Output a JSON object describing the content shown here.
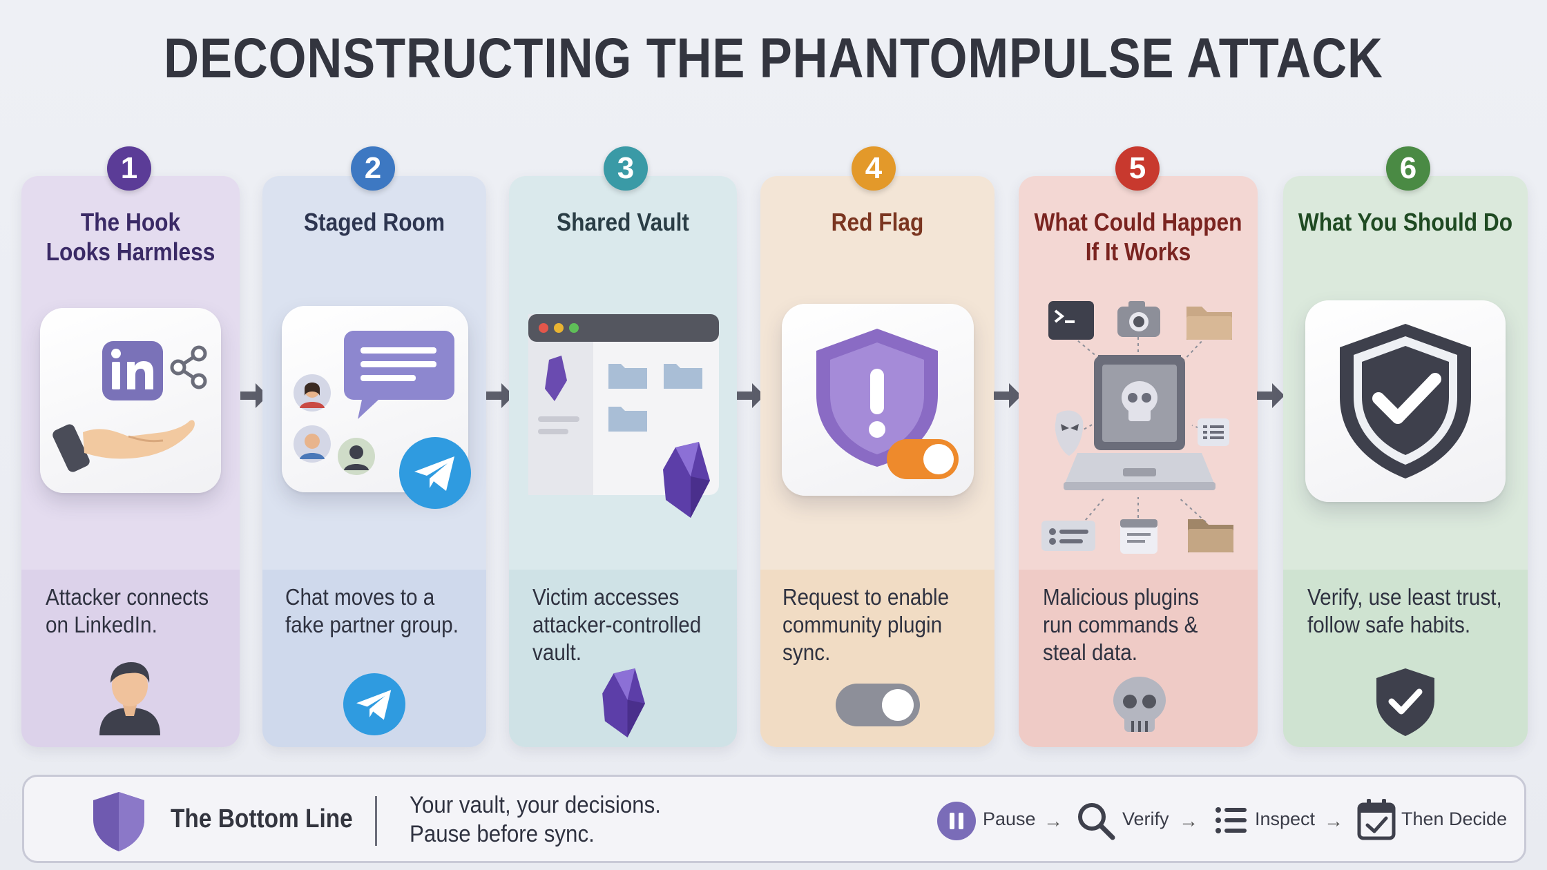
{
  "title": "DECONSTRUCTING THE PHANTOMPULSE ATTACK",
  "steps": [
    {
      "number": "1",
      "title_line1": "The Hook",
      "title_line2": "Looks Harmless",
      "desc_line1": "Attacker connects",
      "desc_line2": "on LinkedIn.",
      "desc_line3": "",
      "color": "#5b3c97",
      "bg": "#e4dcef"
    },
    {
      "number": "2",
      "title_line1": "Staged Room",
      "title_line2": "",
      "desc_line1": "Chat moves to a",
      "desc_line2": "fake partner group.",
      "desc_line3": "",
      "color": "#3d78c2",
      "bg": "#dbe2f0"
    },
    {
      "number": "3",
      "title_line1": "Shared Vault",
      "title_line2": "",
      "desc_line1": "Victim accesses",
      "desc_line2": "attacker-controlled",
      "desc_line3": "vault.",
      "color": "#3a9aa6",
      "bg": "#dae9ec"
    },
    {
      "number": "4",
      "title_line1": "Red Flag",
      "title_line2": "",
      "desc_line1": "Request to enable",
      "desc_line2": "community plugin",
      "desc_line3": "sync.",
      "color": "#e3992a",
      "bg": "#f3e5d6"
    },
    {
      "number": "5",
      "title_line1": "What Could Happen",
      "title_line2": "If It Works",
      "desc_line1": "Malicious plugins",
      "desc_line2": "run commands &",
      "desc_line3": "steal data.",
      "color": "#c8392e",
      "bg": "#f3d7d3"
    },
    {
      "number": "6",
      "title_line1": "What You Should Do",
      "title_line2": "",
      "desc_line1": "Verify, use least trust,",
      "desc_line2": "follow safe habits.",
      "desc_line3": "",
      "color": "#4a8a44",
      "bg": "#dbe9dc"
    }
  ],
  "step_title_colors": [
    "#3a2a66",
    "#2d3550",
    "#2a3d45",
    "#7a3520",
    "#7a2420",
    "#1f4a22"
  ],
  "bottom_line": {
    "title": "The Bottom Line",
    "message_line1": "Your vault, your decisions.",
    "message_line2": "Pause before sync.",
    "steps": [
      "Pause",
      "Verify",
      "Inspect",
      "Then Decide"
    ],
    "arrow": "→"
  },
  "icons": [
    "linkedin-icon",
    "share-icon",
    "hand-icon",
    "chat-bubble-icon",
    "telegram-icon",
    "browser-window-icon",
    "folder-icon",
    "crystal-icon",
    "shield-alert-icon",
    "toggle-switch-icon",
    "terminal-icon",
    "camera-icon",
    "laptop-icon",
    "skull-icon",
    "mask-icon",
    "shield-check-icon",
    "person-icon",
    "pause-icon",
    "search-icon",
    "list-icon",
    "calendar-check-icon"
  ]
}
